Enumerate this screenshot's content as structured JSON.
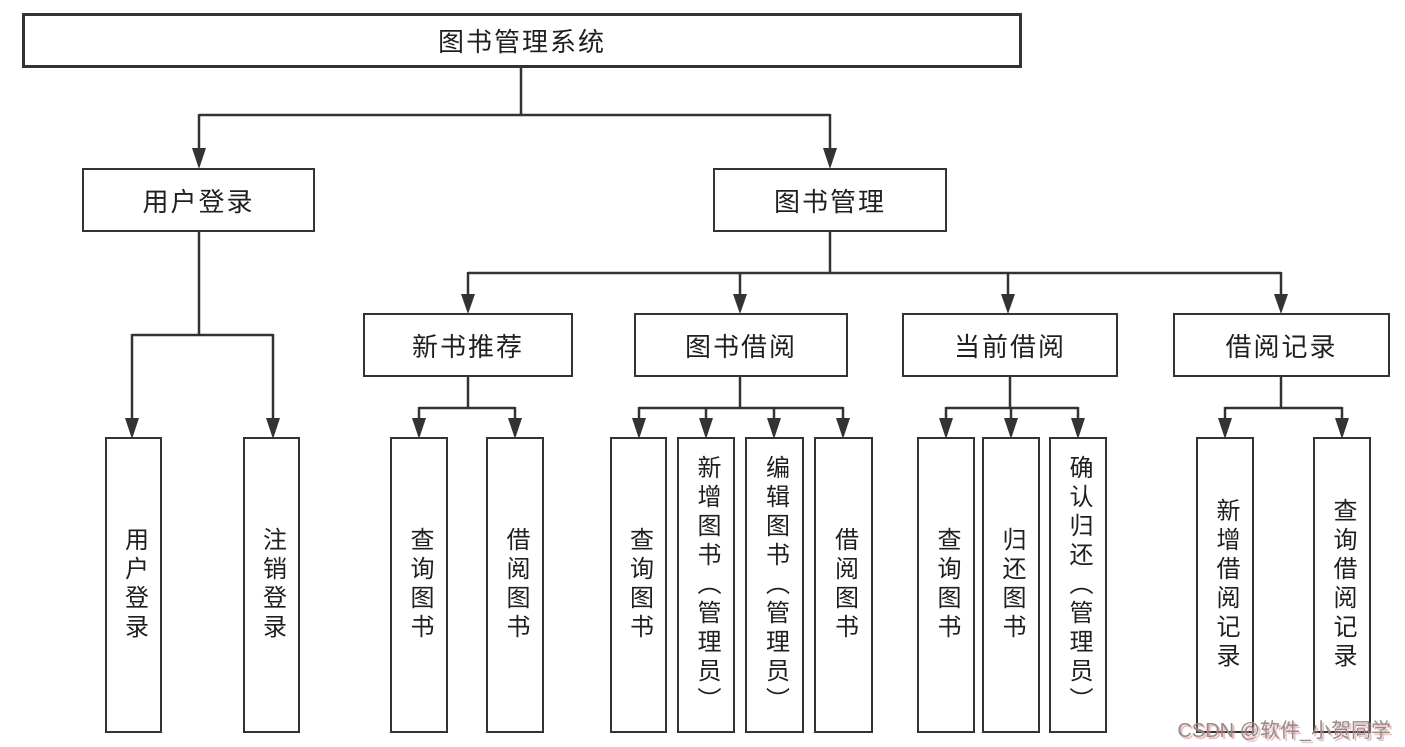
{
  "diagram": {
    "title": "图书管理系统",
    "root": {
      "label": "图书管理系统"
    },
    "branches": [
      {
        "label": "用户登录",
        "children": [
          {
            "label": "用户登录"
          },
          {
            "label": "注销登录"
          }
        ]
      },
      {
        "label": "图书管理",
        "children": [
          {
            "label": "新书推荐",
            "children": [
              {
                "label": "查询图书"
              },
              {
                "label": "借阅图书"
              }
            ]
          },
          {
            "label": "图书借阅",
            "children": [
              {
                "label": "查询图书"
              },
              {
                "label": "新增图书（管理员）"
              },
              {
                "label": "编辑图书（管理员）"
              },
              {
                "label": "借阅图书"
              }
            ]
          },
          {
            "label": "当前借阅",
            "children": [
              {
                "label": "查询图书"
              },
              {
                "label": "归还图书"
              },
              {
                "label": "确认归还（管理员）"
              }
            ]
          },
          {
            "label": "借阅记录",
            "children": [
              {
                "label": "新增借阅记录"
              },
              {
                "label": "查询借阅记录"
              }
            ]
          }
        ]
      }
    ]
  },
  "watermark": {
    "text": "CSDN @软件_小贺同学"
  },
  "colors": {
    "line": "#333333",
    "box_border": "#333333",
    "box_fill": "#ffffff",
    "text": "#1f1f1f",
    "watermark_text": "#8f8f8f",
    "watermark_shadow": "#e88282",
    "background": "#ffffff"
  }
}
